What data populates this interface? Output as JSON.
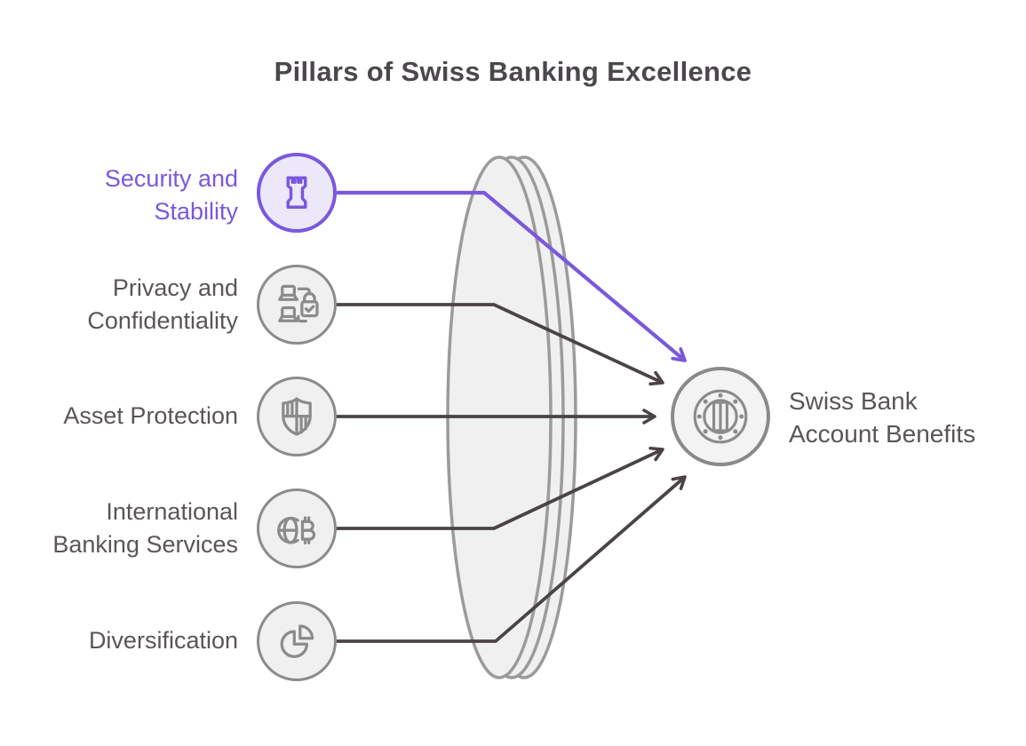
{
  "title": "Pillars of Swiss Banking Excellence",
  "colors": {
    "bg": "#ffffff",
    "accent": "#7a58dd",
    "accent_fill": "#ece7f9",
    "line_dark": "#4a4444",
    "icon_gray": "#8b8b8b",
    "circle_fill": "#f0f0f0",
    "circle_border": "#8b8b8b",
    "title_color": "#4b474c",
    "label_color": "#5b5555",
    "lens_stroke": "#9b9b9b",
    "lens_fill": "#f0f0f0",
    "node_fill": "#f3f3f3",
    "node_border": "#8a8a8a"
  },
  "pillars": [
    {
      "label": "Security and\nStability",
      "icon": "castle-tower-icon",
      "accent": true
    },
    {
      "label": "Privacy and\nConfidentiality",
      "icon": "secure-devices-icon",
      "accent": false
    },
    {
      "label": "Asset Protection",
      "icon": "heraldic-shield-icon",
      "accent": false
    },
    {
      "label": "International\nBanking Services",
      "icon": "globe-currency-icon",
      "accent": false
    },
    {
      "label": "Diversification",
      "icon": "pie-chart-icon",
      "accent": false
    }
  ],
  "result": {
    "label": "Swiss Bank\nAccount Benefits",
    "icon": "bank-vault-door-icon"
  }
}
